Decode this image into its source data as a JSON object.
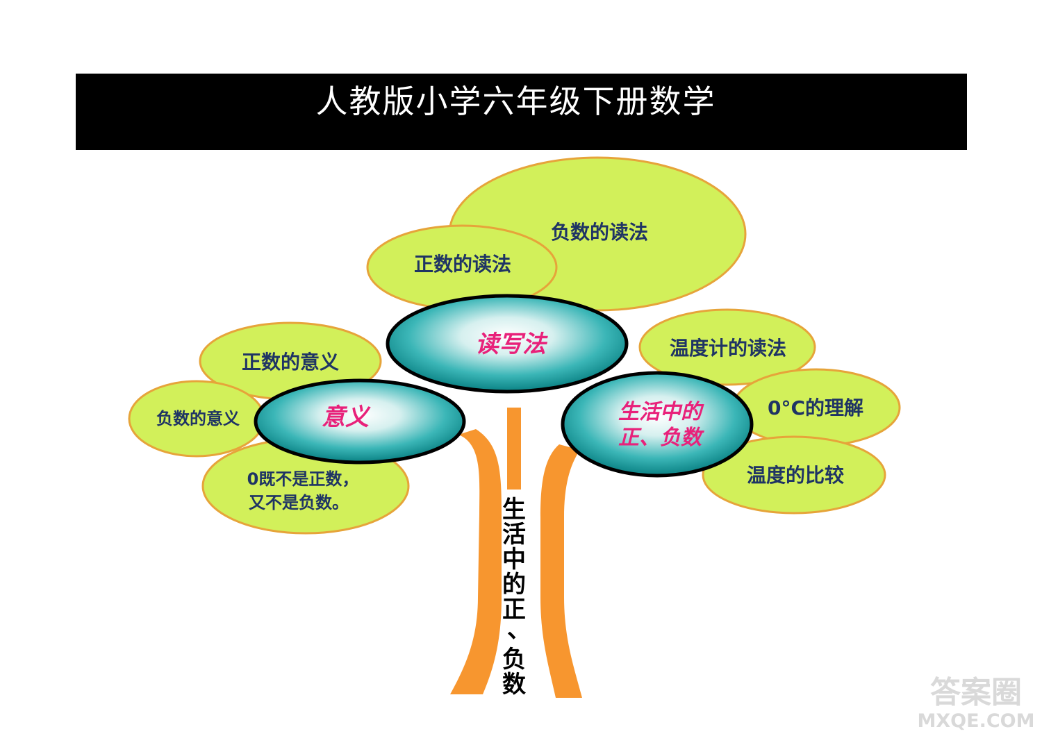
{
  "title": "人教版小学六年级下册数学",
  "trunk_label": [
    "生",
    "活",
    "中",
    "的",
    "正",
    "、",
    "负",
    "数"
  ],
  "branches": {
    "reading": {
      "label": "读写法",
      "leaves": [
        "正数的读法",
        "负数的读法"
      ]
    },
    "meaning": {
      "label": "意义",
      "leaves": [
        "正数的意义",
        "负数的意义",
        "0既不是正数，",
        "又不是负数。"
      ]
    },
    "life": {
      "label_line1": "生活中的",
      "label_line2": "正、负数",
      "leaves": [
        "温度计的读法",
        "0°C的理解",
        "温度的比较"
      ]
    }
  },
  "watermark": {
    "line1": "答案圈",
    "line2": "MXQE.COM"
  },
  "colors": {
    "leaf_fill": "#d2f05a",
    "leaf_stroke": "#e6a43a",
    "leaf_text": "#1f3464",
    "branch_fill_center": "#ffffff",
    "branch_fill_edge": "#17a3a5",
    "branch_stroke": "#000000",
    "branch_text": "#e8217a",
    "trunk": "#f7962f",
    "title_bg": "#000000",
    "title_text": "#ffffff"
  }
}
